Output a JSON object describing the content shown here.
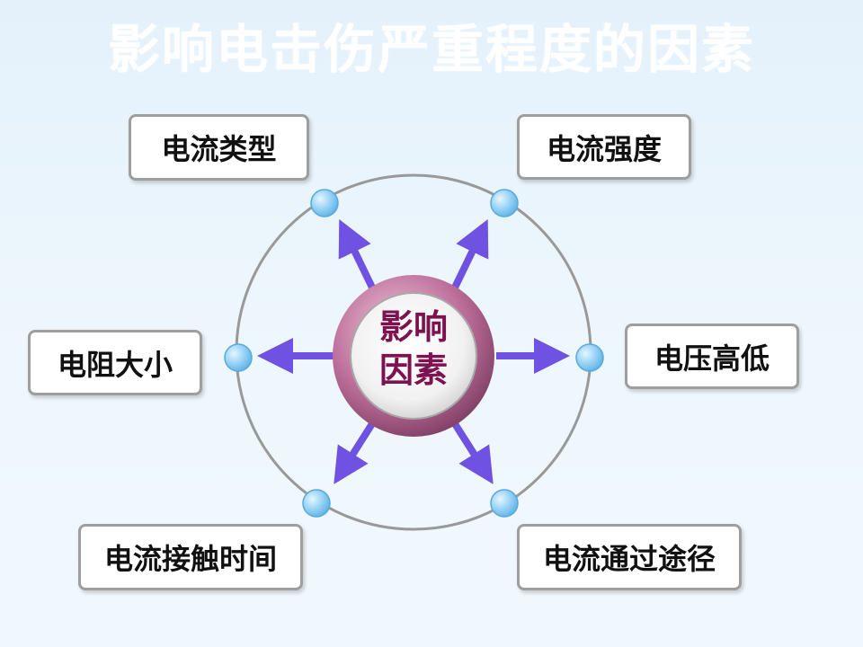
{
  "title": "影响电击伤严重程度的因素",
  "center": {
    "line1": "影响",
    "line2": "因素"
  },
  "factors": {
    "current_type": "电流类型",
    "current_intensity": "电流强度",
    "resistance": "电阻大小",
    "voltage": "电压高低",
    "contact_time": "电流接触时间",
    "current_path": "电流通过途径"
  },
  "colors": {
    "title": "#ffffff",
    "arrow": "#6f52e2",
    "node": "#8fd0f5",
    "ring": "#999999",
    "center_text": "#7c1350",
    "center_outer": "#b96a96"
  }
}
